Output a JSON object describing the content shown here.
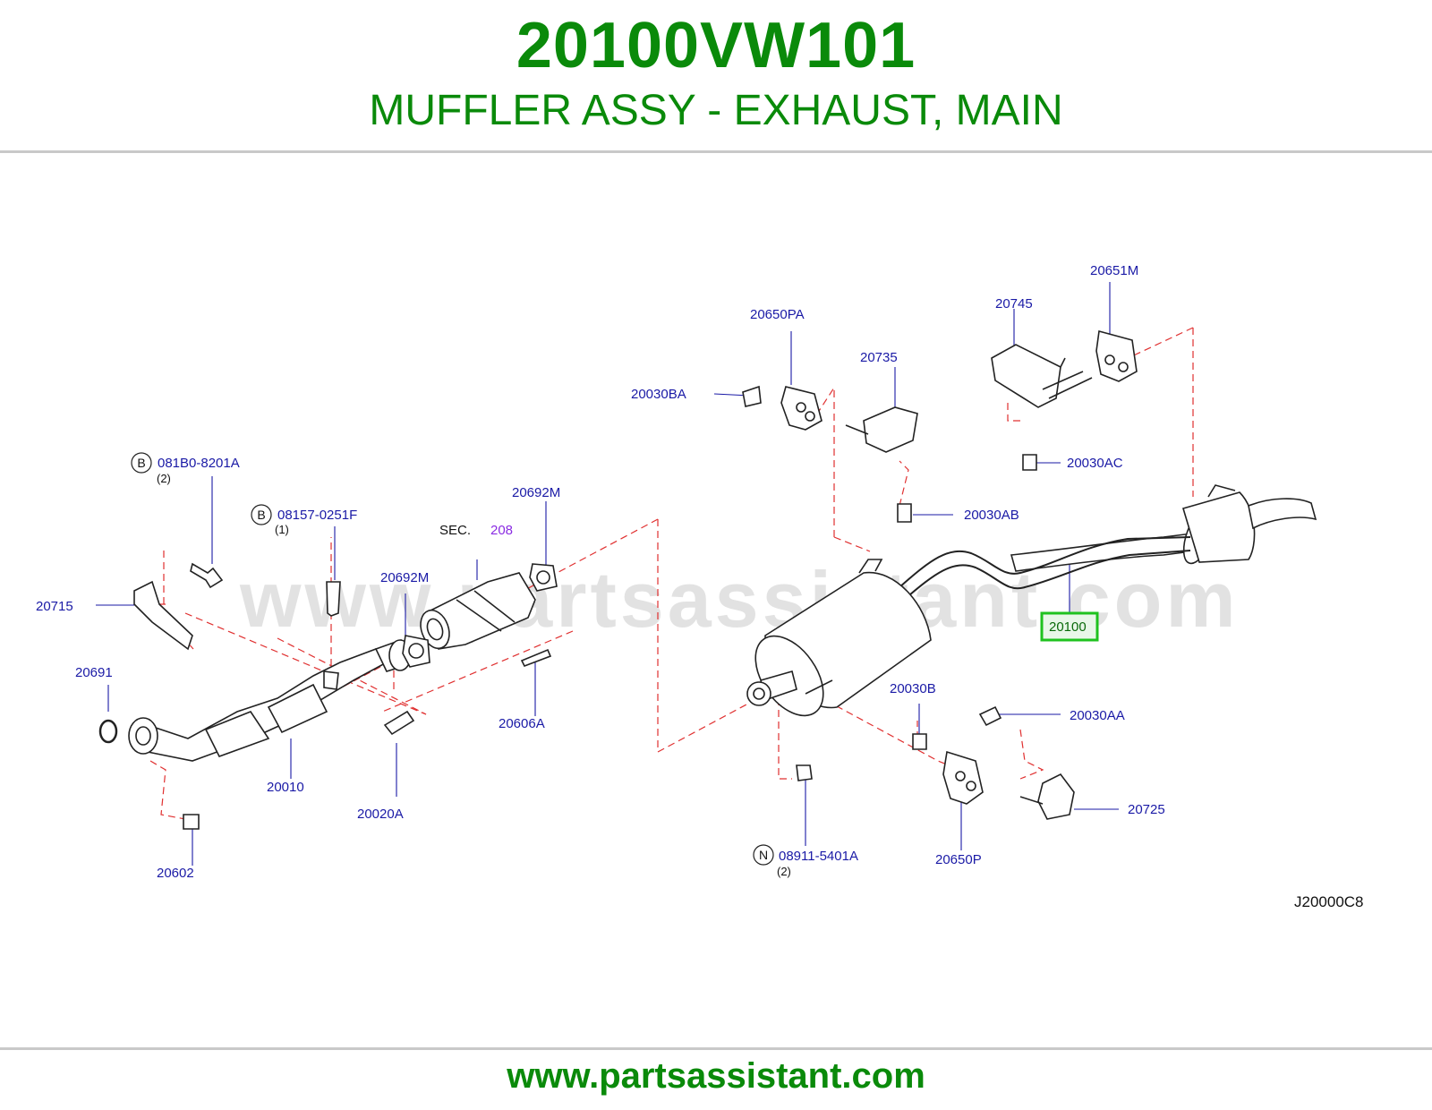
{
  "header": {
    "part_number": "20100VW101",
    "part_description": "MUFFLER ASSY - EXHAUST, MAIN"
  },
  "diagram": {
    "code": "J20000C8",
    "watermark": "www.partsassistant.com",
    "sec_label": "SEC.",
    "sec_number": "208",
    "callouts": [
      {
        "id": "c1",
        "text": "20651M"
      },
      {
        "id": "c2",
        "text": "20745"
      },
      {
        "id": "c3",
        "text": "20650PA"
      },
      {
        "id": "c4",
        "text": "20735"
      },
      {
        "id": "c5",
        "text": "20030BA"
      },
      {
        "id": "c6",
        "text": "20030AC"
      },
      {
        "id": "c7",
        "text": "081B0-8201A"
      },
      {
        "id": "c8",
        "text": "(2)"
      },
      {
        "id": "c9",
        "text": "08157-0251F"
      },
      {
        "id": "c10",
        "text": "(1)"
      },
      {
        "id": "c11",
        "text": "20692M"
      },
      {
        "id": "c12",
        "text": "20030AB"
      },
      {
        "id": "c13",
        "text": "20692M"
      },
      {
        "id": "c14",
        "text": "20715"
      },
      {
        "id": "c15",
        "text": "20100"
      },
      {
        "id": "c16",
        "text": "20691"
      },
      {
        "id": "c17",
        "text": "20030B"
      },
      {
        "id": "c18",
        "text": "20030AA"
      },
      {
        "id": "c19",
        "text": "20606A"
      },
      {
        "id": "c20",
        "text": "20010"
      },
      {
        "id": "c21",
        "text": "20020A"
      },
      {
        "id": "c22",
        "text": "20725"
      },
      {
        "id": "c23",
        "text": "08911-5401A"
      },
      {
        "id": "c24",
        "text": "(2)"
      },
      {
        "id": "c25",
        "text": "20650P"
      },
      {
        "id": "c26",
        "text": "20602"
      }
    ],
    "circle_letters": {
      "b1": "B",
      "b2": "B",
      "n1": "N"
    }
  },
  "footer": {
    "url": "www.partsassistant.com"
  },
  "colors": {
    "brand_green": "#0a8a0a",
    "callout_blue": "#1a1aa6",
    "highlight_green": "#1fc21f",
    "leader_red": "#e03030",
    "sec_purple": "#8a2be2"
  }
}
